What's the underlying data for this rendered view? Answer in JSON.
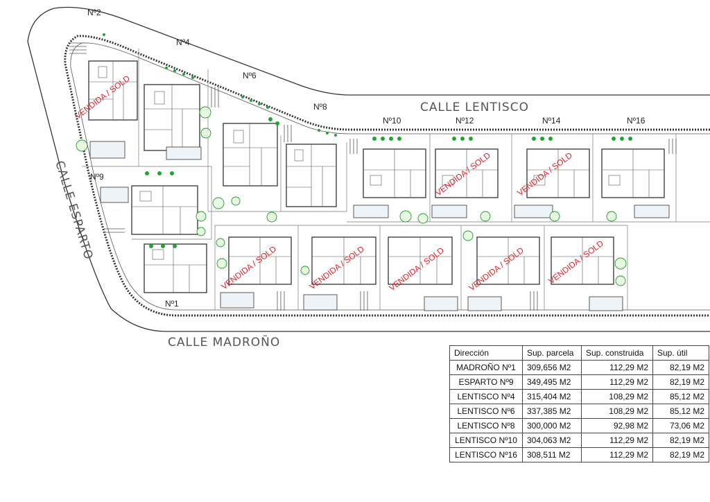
{
  "streets": {
    "lentisco": "CALLE LENTISCO",
    "esparto": "CALLE ESPARTO",
    "madrono": "CALLE MADROÑO"
  },
  "plots": {
    "n2": "Nº2",
    "n4": "Nº4",
    "n6": "Nº6",
    "n8": "Nº8",
    "n10": "Nº10",
    "n12": "Nº12",
    "n14": "Nº14",
    "n16": "Nº16",
    "n9": "Nº9",
    "n1": "Nº1"
  },
  "sold_label": "VENDIDA / SOLD",
  "colors": {
    "sold": "#e0242a",
    "vegetation": "#1f9a2b"
  },
  "table": {
    "headers": [
      "Dirección",
      "Sup. parcela",
      "Sup. construida",
      "Sup. útil"
    ],
    "rows": [
      [
        "MADROÑO Nº1",
        "309,656 M2",
        "112,29 M2",
        "82,19 M2"
      ],
      [
        "ESPARTO Nº9",
        "349,495 M2",
        "112,29 M2",
        "82,19 M2"
      ],
      [
        "LENTISCO Nº4",
        "315,404 M2",
        "108,29 M2",
        "85,12 M2"
      ],
      [
        "LENTISCO Nº6",
        "337,385 M2",
        "108,29 M2",
        "85,12 M2"
      ],
      [
        "LENTISCO Nº8",
        "300,000 M2",
        "92,98 M2",
        "73,06 M2"
      ],
      [
        "LENTISCO Nº10",
        "304,063 M2",
        "112,29 M2",
        "82,19 M2"
      ],
      [
        "LENTISCO Nº16",
        "308,511 M2",
        "112,29 M2",
        "82,19 M2"
      ]
    ]
  }
}
